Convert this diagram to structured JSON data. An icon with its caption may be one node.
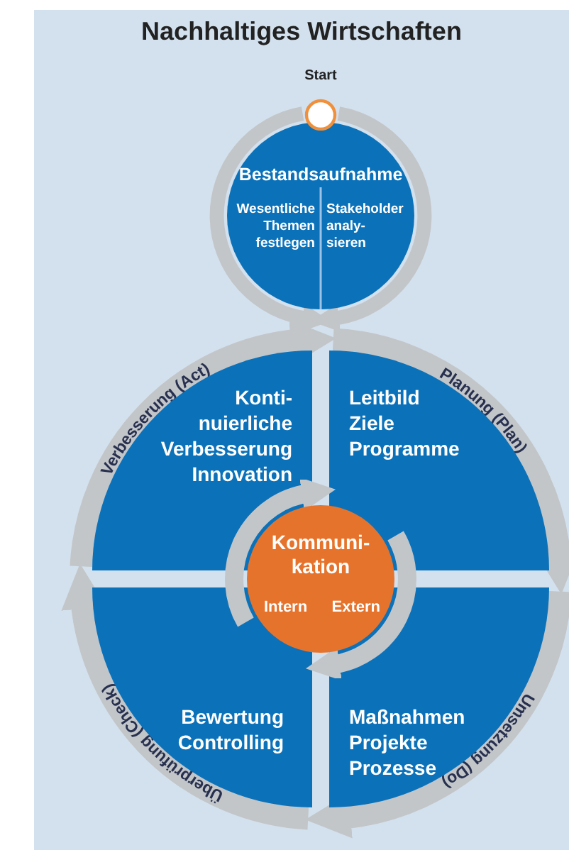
{
  "diagram": {
    "title": "Nachhaltiges Wirtschaften",
    "nodes": [
      {
        "text": [
          "Start"
        ]
      },
      {
        "text": [
          "Bestandsaufnahme",
          "Wesentliche Themen festlegen",
          "Stakeholder analy- sieren"
        ]
      },
      {
        "text": [
          "Konti- nuierliche Verbesserung",
          "Innovation"
        ]
      },
      {
        "text": [
          "Leitbild",
          "Ziele",
          "Programme"
        ]
      },
      {
        "text": [
          "Bewertung",
          "Controlling"
        ]
      },
      {
        "text": [
          "Maßnahmen",
          "Projekte",
          "Prozesse"
        ]
      },
      {
        "text": [
          "Kommuni- kation",
          "Intern",
          "Extern"
        ]
      }
    ],
    "edges": [
      {
        "from": 0,
        "to": 1,
        "arrow": "to"
      },
      {
        "from": 0,
        "to": 1,
        "arrow": "to"
      },
      {
        "from": 2,
        "to": 3,
        "label": "Verbesserung (Act)",
        "arrow": "to"
      },
      {
        "from": 3,
        "to": 5,
        "label": "Planung (Plan)",
        "arrow": "to"
      },
      {
        "from": 5,
        "to": 4,
        "label": "Umsetzung (Do)",
        "arrow": "to"
      },
      {
        "from": 4,
        "to": 2,
        "label": "Überprüfung (Check)",
        "arrow": "to"
      }
    ]
  }
}
